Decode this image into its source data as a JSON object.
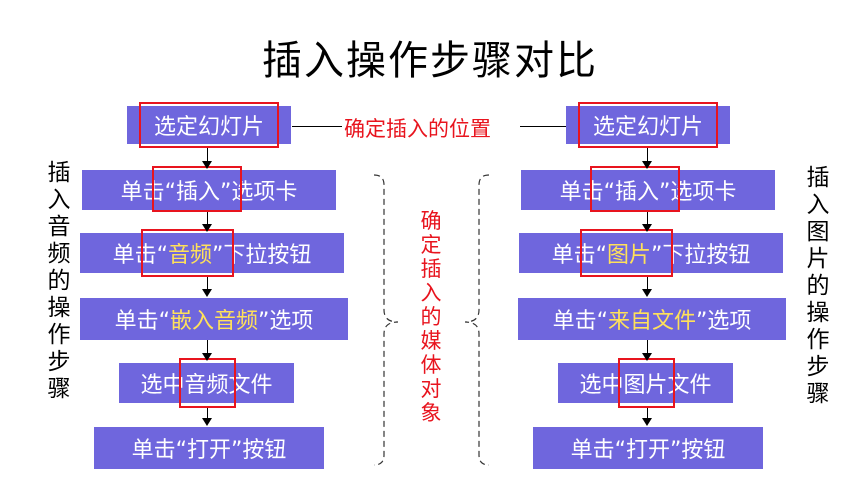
{
  "title": "插入操作步骤对比",
  "center_link_label": "确定插入的位置",
  "center_vertical_label": "确定插入的媒体对象",
  "left": {
    "side_label": "插入音频的操作步骤",
    "steps": [
      {
        "pre": "选定幻灯片",
        "hl": "",
        "post": ""
      },
      {
        "pre": "单击“插入”选项卡",
        "hl": "",
        "post": ""
      },
      {
        "pre": "单击“",
        "hl": "音频",
        "post": "”下拉按钮"
      },
      {
        "pre": "单击“",
        "hl": "嵌入音频",
        "post": "”选项"
      },
      {
        "pre": "选中",
        "hl": "",
        "post": "音频文件"
      },
      {
        "pre": "单击“打开”按钮",
        "hl": "",
        "post": ""
      }
    ]
  },
  "right": {
    "side_label": "插入图片的操作步骤",
    "steps": [
      {
        "pre": "选定幻灯片",
        "hl": "",
        "post": ""
      },
      {
        "pre": "单击“插入”选项卡",
        "hl": "",
        "post": ""
      },
      {
        "pre": "单击“",
        "hl": "图片",
        "post": "”下拉按钮"
      },
      {
        "pre": "单击“",
        "hl": "来自文件",
        "post": "”选项"
      },
      {
        "pre": "选中",
        "hl": "",
        "post": "图片文件"
      },
      {
        "pre": "单击“打开”按钮",
        "hl": "",
        "post": ""
      }
    ]
  },
  "colors": {
    "box_fill": "#6f66dd",
    "box_text": "#ffffff",
    "highlight_text": "#ffe15a",
    "accent_red": "#e8141e"
  }
}
